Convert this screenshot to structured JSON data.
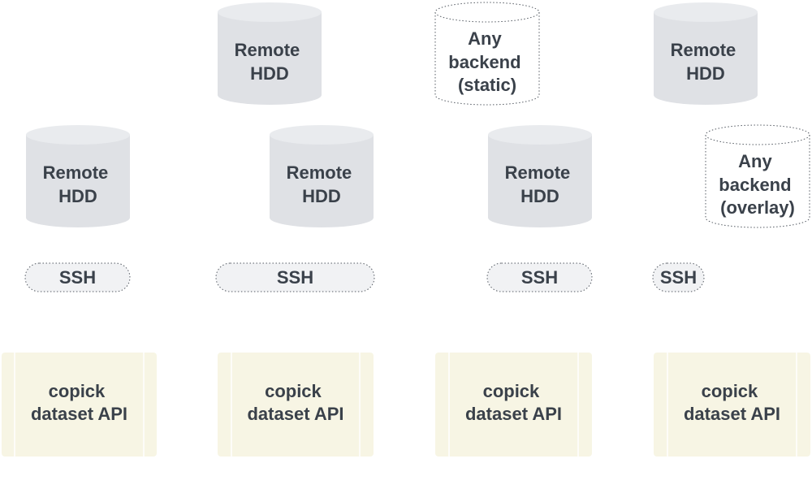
{
  "colors": {
    "cylinder_fill": "#dfe1e5",
    "cylinder_top": "#e9ebee",
    "dotted_fill": "#ffffff",
    "dotted_stroke": "#555b63",
    "ssh_fill": "#f1f2f4",
    "api_fill": "#f7f5e4",
    "api_divider": "#ffffff",
    "text": "#3a414a"
  },
  "columns": [
    {
      "storage_top": {
        "kind": "none"
      },
      "storage_mid": {
        "kind": "remote-hdd",
        "lines": [
          "Remote",
          "HDD"
        ]
      },
      "ssh": {
        "label": "SSH"
      },
      "api": {
        "lines": [
          "copick",
          "dataset API"
        ]
      }
    },
    {
      "storage_top": {
        "kind": "remote-hdd",
        "lines": [
          "Remote",
          "HDD"
        ]
      },
      "storage_mid": {
        "kind": "remote-hdd",
        "lines": [
          "Remote",
          "HDD"
        ]
      },
      "ssh": {
        "label": "SSH"
      },
      "api": {
        "lines": [
          "copick",
          "dataset API"
        ]
      }
    },
    {
      "storage_top": {
        "kind": "any-backend",
        "lines": [
          "Any",
          "backend",
          "(static)"
        ]
      },
      "storage_mid": {
        "kind": "remote-hdd",
        "lines": [
          "Remote",
          "HDD"
        ]
      },
      "ssh": {
        "label": "SSH"
      },
      "api": {
        "lines": [
          "copick",
          "dataset API"
        ]
      }
    },
    {
      "storage_top": {
        "kind": "remote-hdd",
        "lines": [
          "Remote",
          "HDD"
        ]
      },
      "storage_mid": {
        "kind": "any-backend",
        "lines": [
          "Any",
          "backend",
          "(overlay)"
        ]
      },
      "ssh": {
        "label": "SSH"
      },
      "api": {
        "lines": [
          "copick",
          "dataset API"
        ]
      }
    }
  ]
}
